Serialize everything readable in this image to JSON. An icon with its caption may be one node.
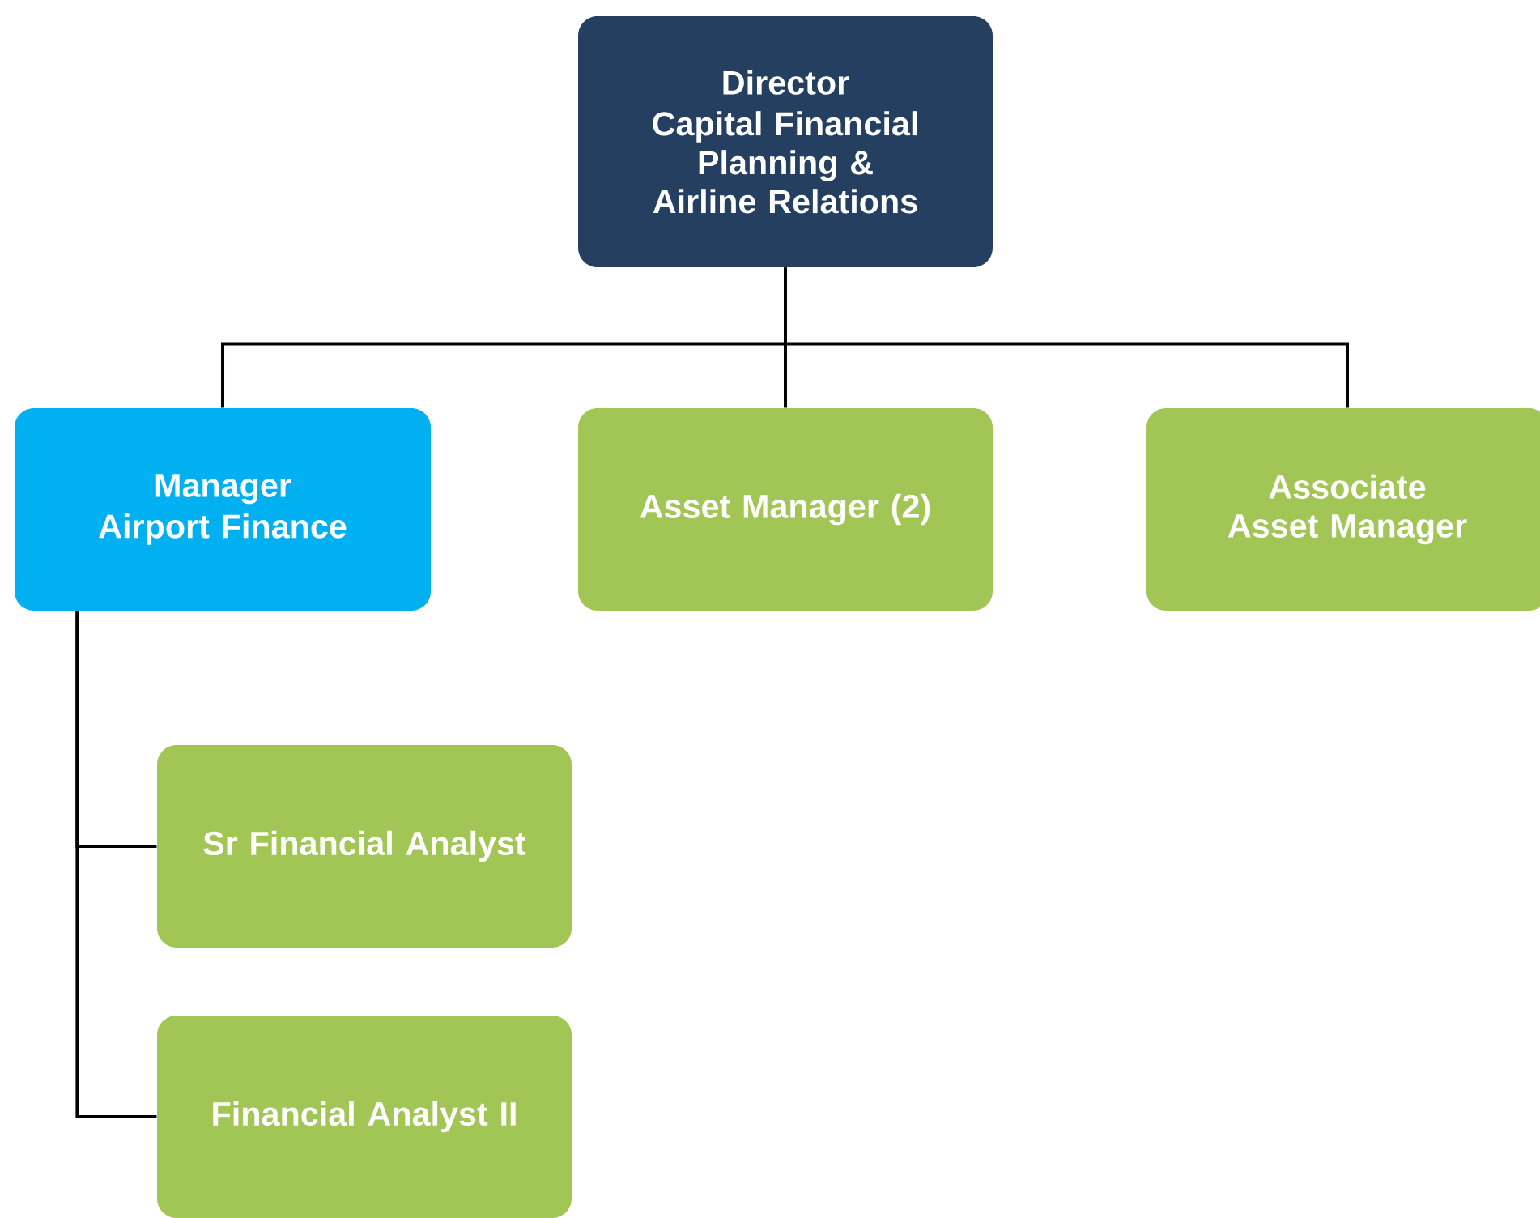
{
  "diagram": {
    "nodes": [
      {
        "text": [
          "Director",
          "Capital Financial Planning & Airline Relations"
        ]
      },
      {
        "text": [
          "Manager",
          "Airport Finance"
        ]
      },
      {
        "text": [
          "Asset Manager (2)"
        ]
      },
      {
        "text": [
          "Associate Asset Manager"
        ]
      },
      {
        "text": [
          "Sr Financial Analyst"
        ]
      },
      {
        "text": [
          "Financial Analyst II"
        ]
      }
    ],
    "edges": [
      {
        "from": 0,
        "to": 1,
        "arrow": "none"
      },
      {
        "from": 0,
        "to": 2,
        "arrow": "none"
      },
      {
        "from": 0,
        "to": 3,
        "arrow": "none"
      },
      {
        "from": 1,
        "to": 4,
        "arrow": "none"
      },
      {
        "from": 1,
        "to": 5,
        "arrow": "none"
      }
    ]
  }
}
